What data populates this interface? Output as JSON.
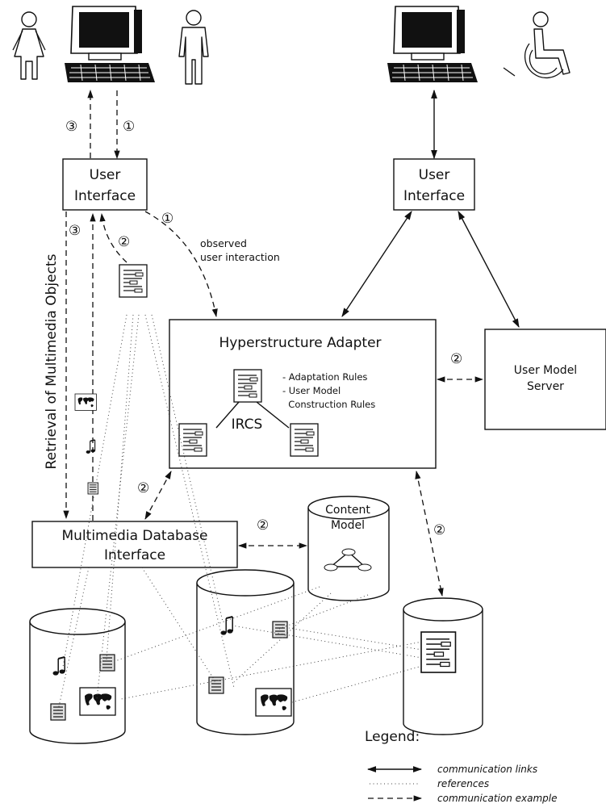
{
  "nodes": {
    "ui_left": "User\nInterface",
    "ui_right": "User\nInterface",
    "adapter_title": "Hyperstructure Adapter",
    "ircs": "IRCS",
    "rules": [
      "- Adaptation Rules",
      "- User Model",
      "  Construction Rules"
    ],
    "user_model_server": "User Model\nServer",
    "mm_db_interface": "Multimedia Database\nInterface",
    "content_model": "Content\nModel"
  },
  "labels": {
    "observed": "observed\nuser interaction",
    "retrieval": "Retrieval of Multimedia Objects"
  },
  "steps": {
    "s1_top": "①",
    "s3_top": "③",
    "s1_curve": "①",
    "s2_doc": "②",
    "s3_side": "③",
    "s2_ums": "②",
    "s2_adapter_db": "②",
    "s2_db_content": "②",
    "s2_adapter_cyl": "②"
  },
  "legend": {
    "title": "Legend:",
    "items": [
      {
        "style": "solid",
        "text": "communication links"
      },
      {
        "style": "dotted",
        "text": "references"
      },
      {
        "style": "dashed",
        "text": "communication example"
      }
    ]
  }
}
